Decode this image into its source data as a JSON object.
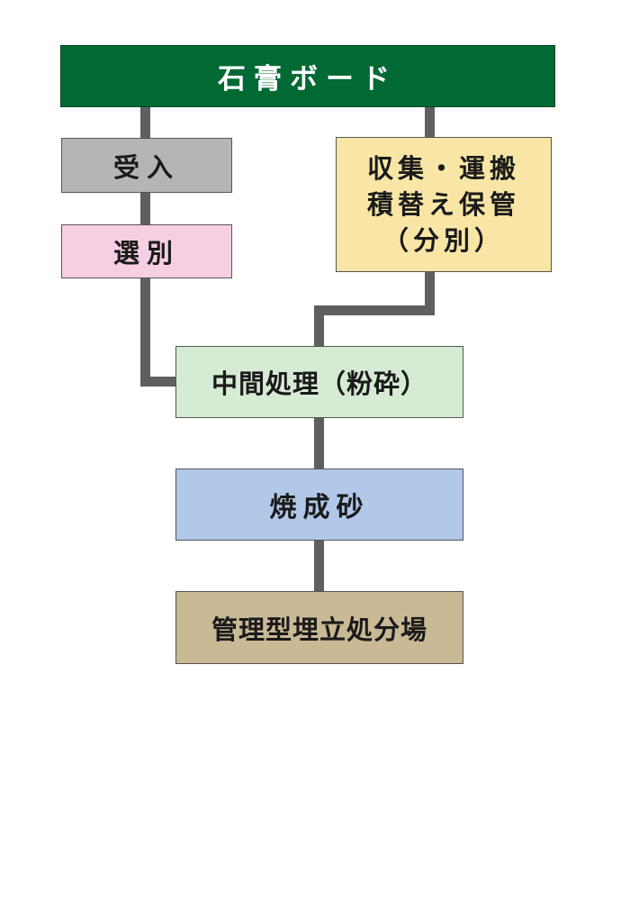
{
  "diagram": {
    "nodes": {
      "top": {
        "label": "石膏ボード",
        "color": "#006934"
      },
      "receive": {
        "label": "受入",
        "color": "#b5b5b5"
      },
      "sort": {
        "label": "選別",
        "color": "#f6cfe3"
      },
      "collect": {
        "lines": [
          "収集・運搬",
          "積替え保管",
          "（分別）"
        ],
        "color": "#f9e6a6"
      },
      "process": {
        "label": "中間処理（粉砕）",
        "color": "#d5ebd3"
      },
      "sand": {
        "label": "焼成砂",
        "color": "#b1c8e9"
      },
      "landfill": {
        "label": "管理型埋立処分場",
        "color": "#c9b995"
      }
    },
    "connector_color": "#5f5f5f"
  }
}
